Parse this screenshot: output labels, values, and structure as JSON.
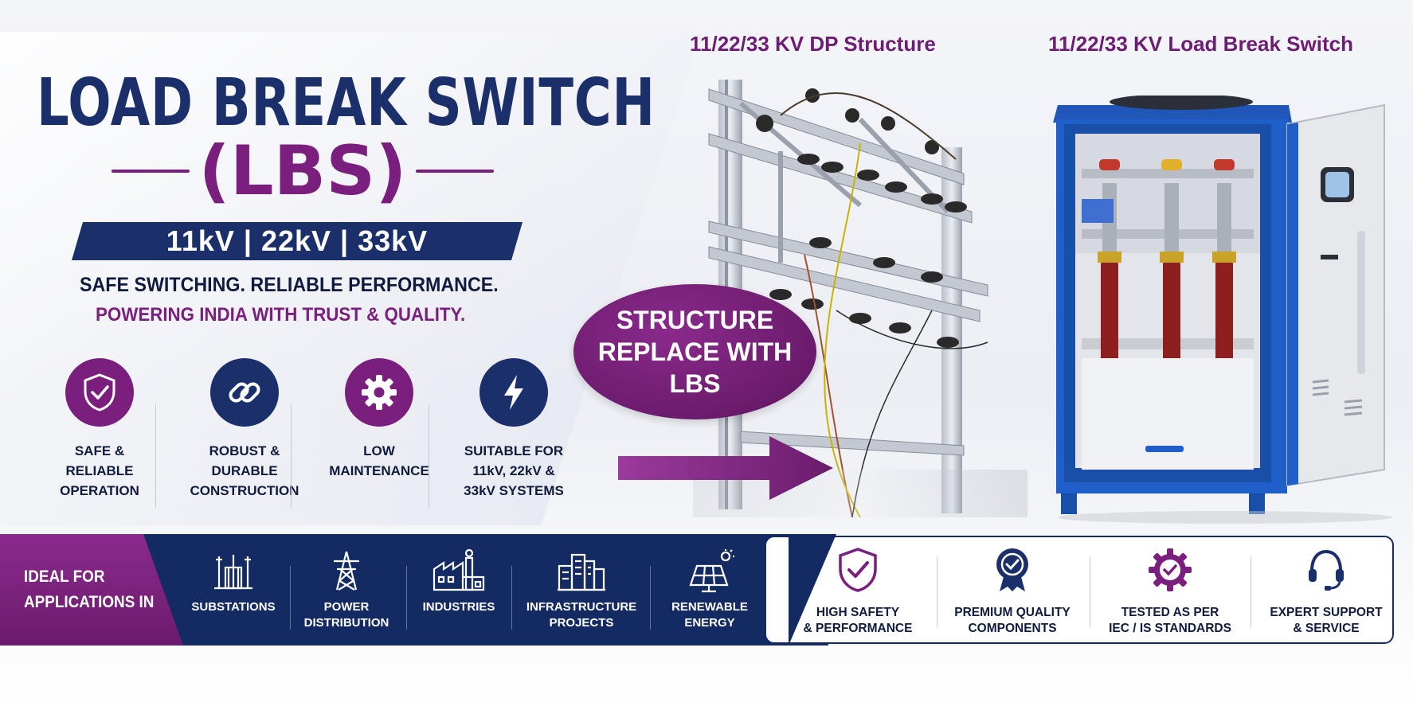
{
  "hero": {
    "title": "LOAD BREAK SWITCH",
    "subtitle": "(LBS)",
    "voltage_banner": "11kV | 22kV | 33kV",
    "tagline_primary": "SAFE SWITCHING. RELIABLE PERFORMANCE.",
    "tagline_secondary": "POWERING INDIA WITH TRUST & QUALITY."
  },
  "features": [
    {
      "icon": "shield-check-icon",
      "line1": "SAFE &",
      "line2": "RELIABLE",
      "line3": "OPERATION"
    },
    {
      "icon": "chain-link-icon",
      "line1": "ROBUST &",
      "line2": "DURABLE",
      "line3": "CONSTRUCTION"
    },
    {
      "icon": "gear-icon",
      "line1": "LOW",
      "line2": "MAINTENANCE",
      "line3": ""
    },
    {
      "icon": "lightning-bolt-icon",
      "line1": "SUITABLE FOR",
      "line2": "11kV, 22kV &",
      "line3": "33kV SYSTEMS"
    }
  ],
  "comparison": {
    "left_header": "11/22/33 KV DP Structure",
    "right_header": "11/22/33 KV Load Break Switch",
    "callout_line1": "STRUCTURE",
    "callout_line2": "REPLACE WITH",
    "callout_line3": "LBS"
  },
  "applications": {
    "heading_line1": "IDEAL FOR",
    "heading_line2": "APPLICATIONS IN",
    "items": [
      {
        "icon": "substation-icon",
        "line1": "SUBSTATIONS",
        "line2": ""
      },
      {
        "icon": "transmission-tower-icon",
        "line1": "POWER",
        "line2": "DISTRIBUTION"
      },
      {
        "icon": "factory-icon",
        "line1": "INDUSTRIES",
        "line2": ""
      },
      {
        "icon": "buildings-icon",
        "line1": "INFRASTRUCTURE",
        "line2": "PROJECTS"
      },
      {
        "icon": "solar-panel-icon",
        "line1": "RENEWABLE",
        "line2": "ENERGY"
      }
    ]
  },
  "qualities": [
    {
      "icon": "shield-check-icon",
      "line1": "HIGH SAFETY",
      "line2": "& PERFORMANCE"
    },
    {
      "icon": "award-badge-icon",
      "line1": "PREMIUM QUALITY",
      "line2": "COMPONENTS"
    },
    {
      "icon": "gear-check-icon",
      "line1": "TESTED AS PER",
      "line2": "IEC / IS STANDARDS"
    },
    {
      "icon": "headset-icon",
      "line1": "EXPERT SUPPORT",
      "line2": "& SERVICE"
    }
  ],
  "colors": {
    "navy": "#1b2f6b",
    "purple": "#7a1f7e",
    "bar_navy": "#132a63"
  }
}
